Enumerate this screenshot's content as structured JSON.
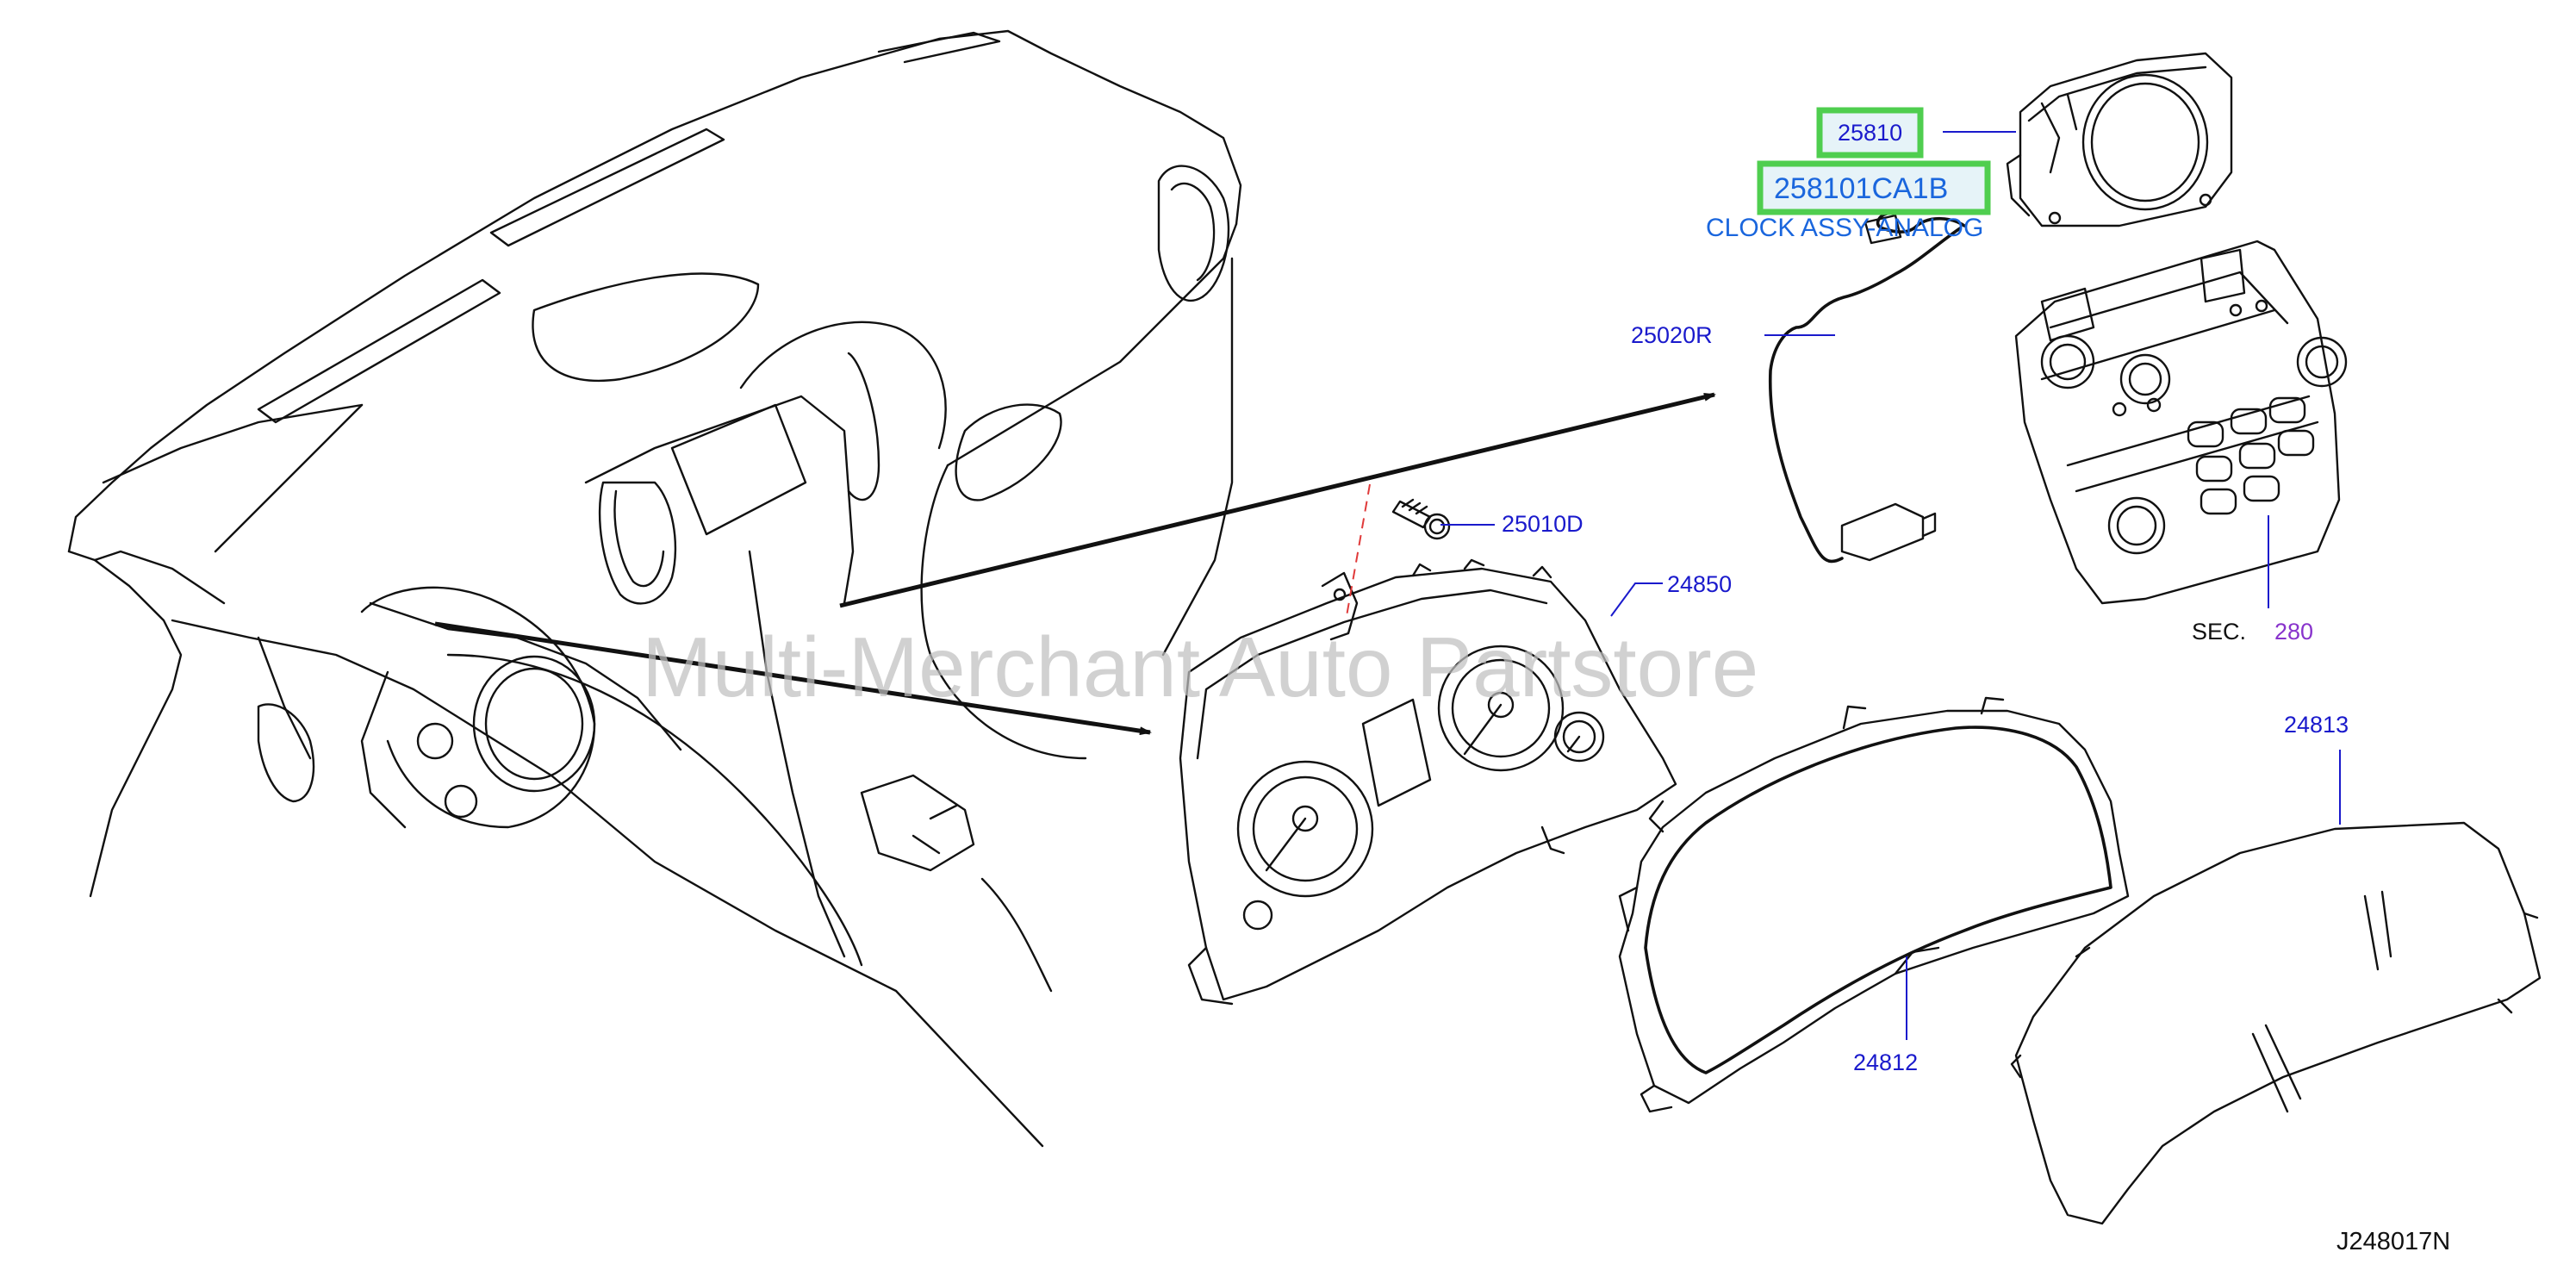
{
  "diagram": {
    "parts": {
      "p25810": "25810",
      "p258101ca1b": "258101CA1B",
      "clock_desc": "CLOCK ASSY-ANALOG",
      "p25020r": "25020R",
      "p25010d": "25010D",
      "p24850": "24850",
      "sec_label": "SEC.",
      "sec_number": "280",
      "p24813": "24813",
      "p24812": "24812"
    },
    "figure_code": "J248017N",
    "watermark": "Multi-Merchant Auto Partstore"
  },
  "colors": {
    "callout": "#1a1acc",
    "highlight_text": "#1a66dd",
    "highlight_border": "#4fce4f",
    "section_ref": "#8833cc",
    "drawing_line": "#111111"
  }
}
